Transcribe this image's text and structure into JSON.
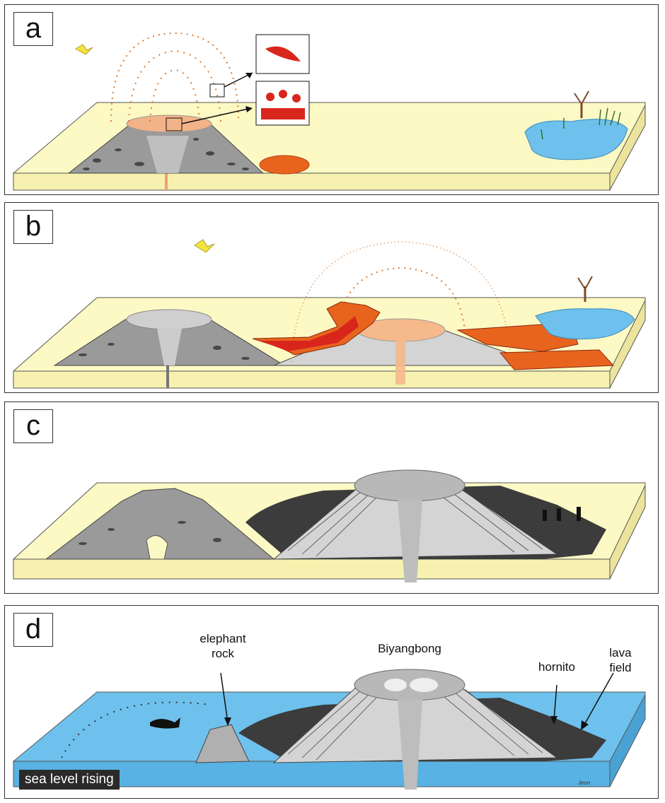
{
  "panels": [
    {
      "label": "a"
    },
    {
      "label": "b"
    },
    {
      "label": "c"
    },
    {
      "label": "d"
    }
  ],
  "annotations": {
    "elephant_rock": "elephant\nrock",
    "biyangbong": "Biyangbong",
    "hornito": "hornito",
    "lava_field": "lava\nfield",
    "sea_level": "sea level rising",
    "signature": "Jeon"
  },
  "colors": {
    "ground": "#fdf9c4",
    "water": "#6ec1ec",
    "tephra": "#d9d9d9",
    "lava_red": "#d9261c",
    "lava_orange": "#e8641e",
    "spatter": "#f08a3c",
    "dark_lava": "#3c3c3c"
  }
}
